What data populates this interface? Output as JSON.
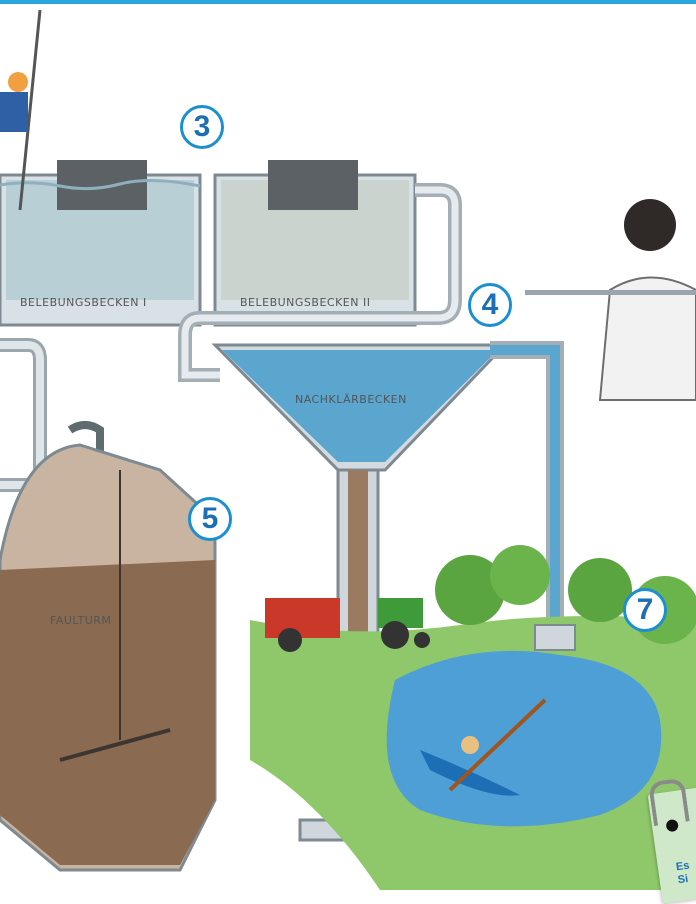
{
  "badges": {
    "b3": "3",
    "b4": "4",
    "b5": "5",
    "b7": "7"
  },
  "labels": {
    "belebung1": "BELEBUNGSBECKEN I",
    "belebung2": "BELEBUNGSBECKEN II",
    "nachklaer": "NACHKLÄRBECKEN",
    "faulturm": "FAULTURM"
  },
  "card": {
    "line1": "Es",
    "line2": "Si"
  },
  "colors": {
    "accent": "#1c8fd0",
    "water": "#4aa3d8",
    "sludge": "#8a6a50",
    "grass": "#7cc25a"
  }
}
